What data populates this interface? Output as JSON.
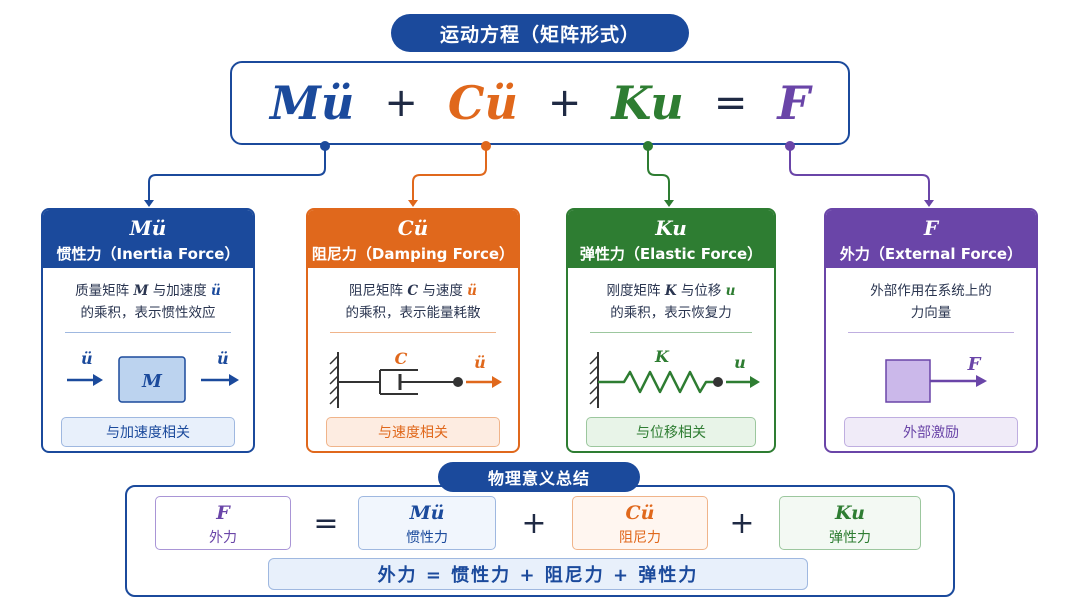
{
  "title": "运动方程（矩阵形式）",
  "equation": {
    "m_term": "Mü",
    "plus1": "+",
    "c_term": "Cü",
    "plus2": "+",
    "k_term": "Ku",
    "equals": "=",
    "f_term": "F"
  },
  "colors": {
    "blue": "#1b4a9c",
    "orange": "#e0681c",
    "green": "#2e7d32",
    "purple": "#6a45a8"
  },
  "cards": {
    "inertia": {
      "symbol": "Mü",
      "name": "惯性力（Inertia Force）",
      "desc_a": "质量矩阵 ",
      "desc_math_a": "M",
      "desc_b": " 与加速度 ",
      "desc_math_b": "ü",
      "desc_line2": "的乘积，表示惯性效应",
      "diagram_in": "ü",
      "diagram_mass": "M",
      "diagram_out": "ü",
      "tag": "与加速度相关"
    },
    "damping": {
      "symbol": "Cü",
      "name": "阻尼力（Damping Force）",
      "desc_a": "阻尼矩阵 ",
      "desc_math_a": "C",
      "desc_b": " 与速度 ",
      "desc_math_b": "ü",
      "desc_line2": "的乘积，表示能量耗散",
      "diagram_label": "C",
      "diagram_arrow": "ü",
      "tag": "与速度相关"
    },
    "elastic": {
      "symbol": "Ku",
      "name": "弹性力（Elastic Force）",
      "desc_a": "刚度矩阵 ",
      "desc_math_a": "K",
      "desc_b": " 与位移 ",
      "desc_math_b": "u",
      "desc_line2": "的乘积，表示恢复力",
      "diagram_label": "K",
      "diagram_arrow": "u",
      "tag": "与位移相关"
    },
    "external": {
      "symbol": "F",
      "name": "外力（External Force）",
      "desc_line1": "外部作用在系统上的",
      "desc_line2": "力向量",
      "diagram_arrow": "F",
      "tag": "外部激励"
    }
  },
  "summary": {
    "title": "物理意义总结",
    "f_sym": "F",
    "f_label": "外力",
    "equals": "=",
    "m_sym": "Mü",
    "m_label": "惯性力",
    "plus1": "+",
    "c_sym": "Cü",
    "c_label": "阻尼力",
    "plus2": "+",
    "k_sym": "Ku",
    "k_label": "弹性力",
    "bar": "外力 = 惯性力 + 阻尼力 + 弹性力"
  }
}
